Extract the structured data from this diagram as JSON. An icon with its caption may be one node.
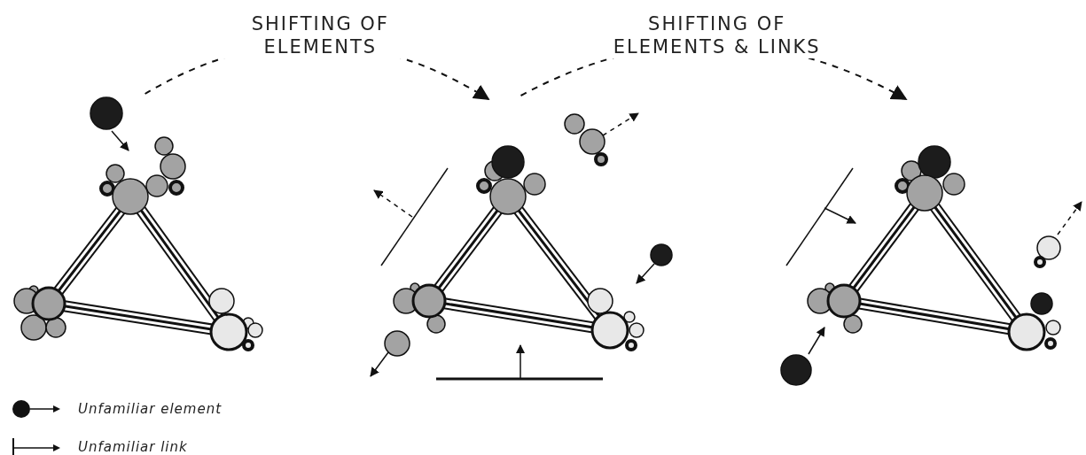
{
  "diagram": {
    "nodes": [
      {
        "text": [],
        "shape": "picture"
      },
      {
        "text": [],
        "shape": "picture"
      },
      {
        "text": [],
        "shape": "picture"
      }
    ],
    "edges": [
      {
        "from": 0,
        "to": 1,
        "arrow": "to",
        "style": "dashed",
        "label": "SHIFTING OF ELEMENTS"
      },
      {
        "from": 1,
        "to": 2,
        "arrow": "to",
        "style": "dashed",
        "label": "SHIFTING OF ELEMENTS & LINKS"
      }
    ],
    "legend": [
      {
        "text": "Unfamiliar element"
      },
      {
        "text": "Unfamiliar link"
      }
    ]
  }
}
